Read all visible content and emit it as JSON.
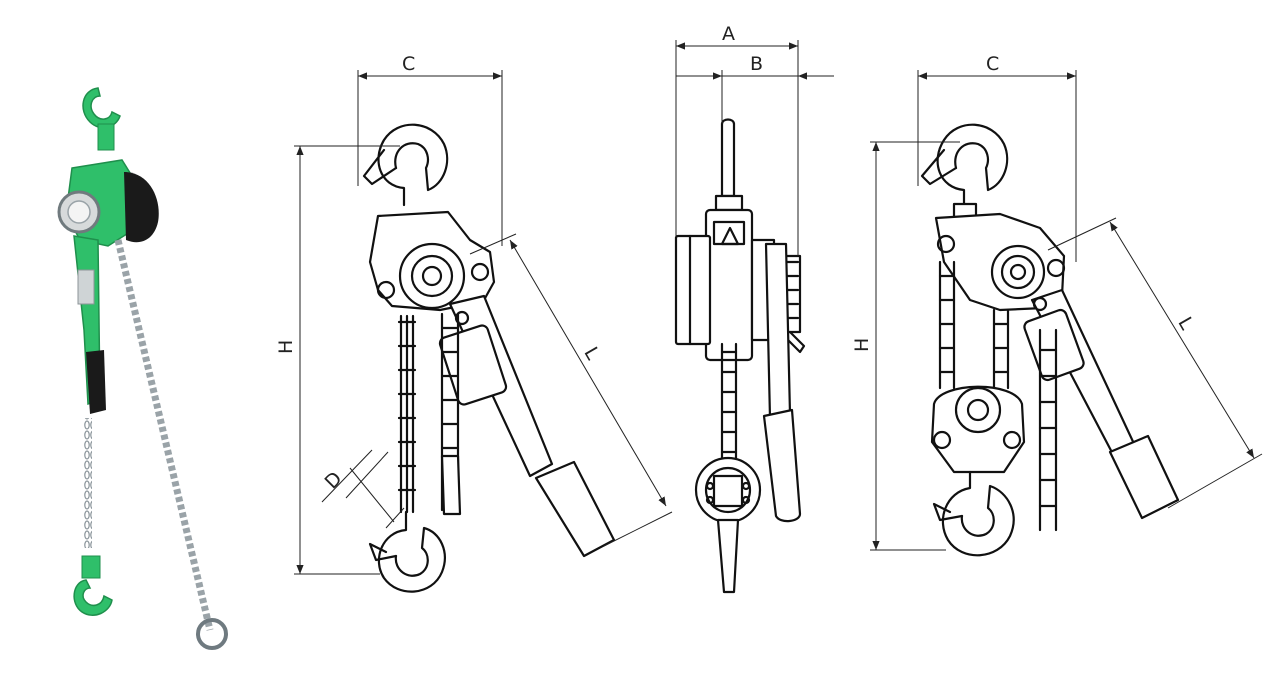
{
  "dimension_labels": {
    "A": "A",
    "B": "B",
    "C_left": "C",
    "C_right": "C",
    "H_left": "H",
    "H_right": "H",
    "L_left": "L",
    "L_right": "L",
    "D": "D"
  },
  "colors": {
    "body_green": "#2fbf6a",
    "body_green_dark": "#1f8f4c",
    "drum_black": "#1a1a1a",
    "chain_gray": "#9aa3a8",
    "line_color": "#111111"
  },
  "icons": [
    "lever-hoist-photo",
    "hook-icon",
    "chain-icon",
    "handle-icon"
  ]
}
